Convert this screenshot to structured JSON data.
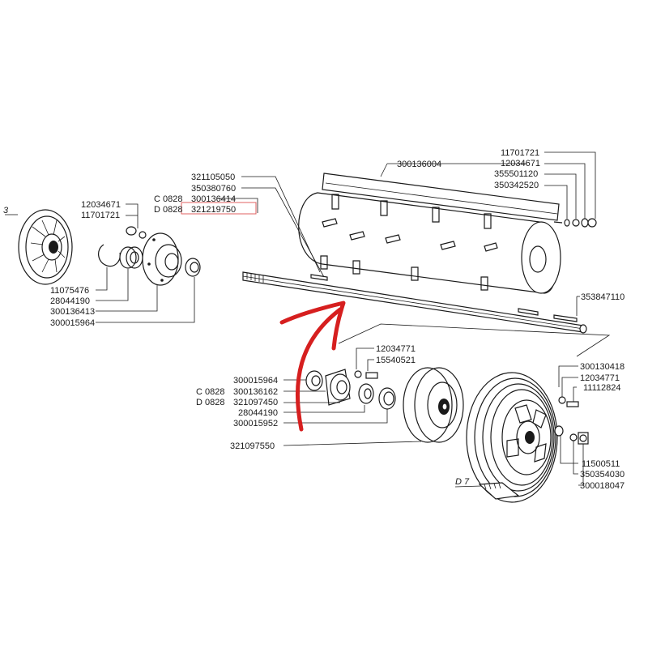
{
  "labels": {
    "p300136004": "300136004",
    "p321105050": "321105050",
    "p350380760": "350380760",
    "c0828": "C 0828",
    "p300136414": "300136414",
    "d0828": "D 0828",
    "p321219750": "321219750",
    "p11701721_right": "11701721",
    "p12034671_right": "12034671",
    "p355501120": "355501120",
    "p350342520": "350342520",
    "ref3": "3",
    "p12034671_left": "12034671",
    "p11701721_left": "11701721",
    "p11075476": "11075476",
    "p28044190_left": "28044190",
    "p300136413": "300136413",
    "p300015964_left": "300015964",
    "p353847110": "353847110",
    "p12034771_mid": "12034771",
    "p15540521": "15540521",
    "p300015964_mid": "300015964",
    "c0828_b": "C 0828",
    "p300136162": "300136162",
    "d0828_b": "D 0828",
    "p321097450": "321097450",
    "p28044190_mid": "28044190",
    "p300015952": "300015952",
    "p321097550": "321097550",
    "p300130418": "300130418",
    "p12034771_right": "12034771",
    "p11112824": "11112824",
    "p11500511": "11500511",
    "p350354030": "350354030",
    "p300018047": "300018047",
    "refD7": "D 7"
  },
  "colors": {
    "ink": "#1a1a1a",
    "arrow": "#d61f1f",
    "highlight_box": "#e06060"
  }
}
